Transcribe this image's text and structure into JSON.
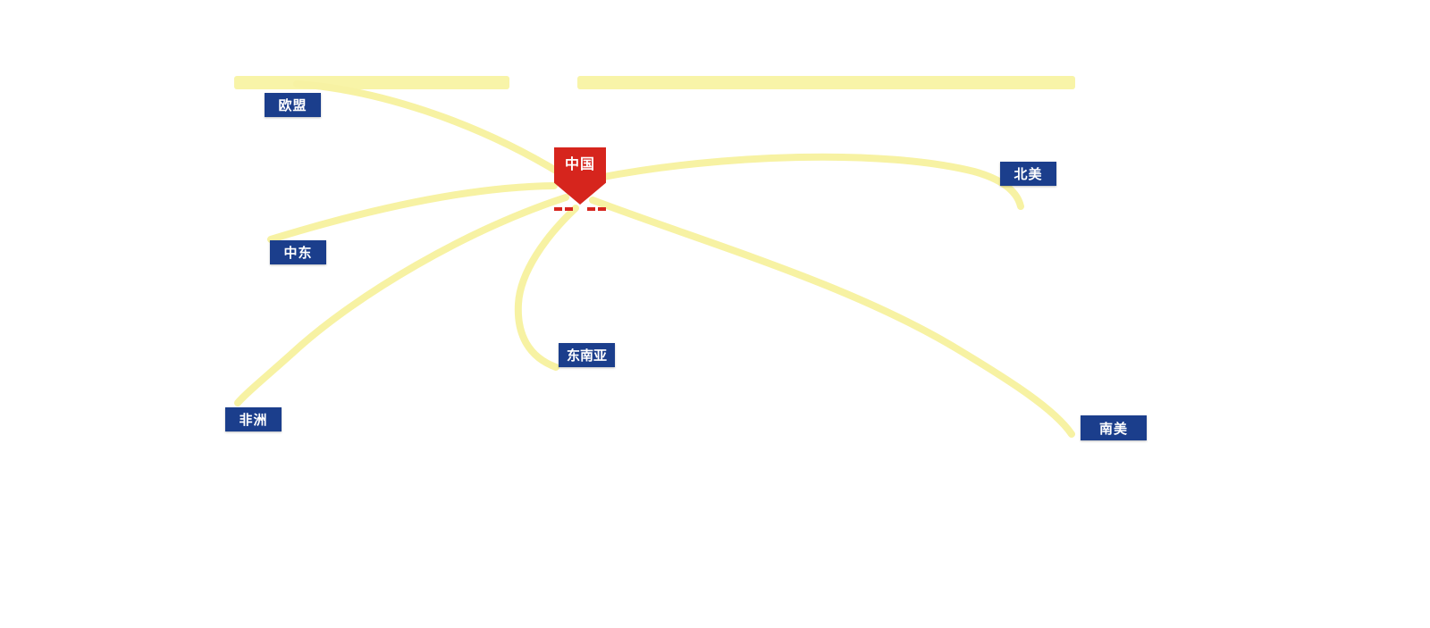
{
  "diagram": {
    "type": "radial-connection-map",
    "center": {
      "label": "中国",
      "marker_shape": "shield-pin",
      "marker_color": "#d6251d"
    },
    "regions": [
      {
        "id": "eu",
        "label": "欧盟"
      },
      {
        "id": "north-america",
        "label": "北美"
      },
      {
        "id": "middle-east",
        "label": "中东"
      },
      {
        "id": "southeast-asia",
        "label": "东南亚"
      },
      {
        "id": "africa",
        "label": "非洲"
      },
      {
        "id": "south-america",
        "label": "南美"
      }
    ],
    "edges": [
      {
        "from": "中国",
        "to": "欧盟"
      },
      {
        "from": "中国",
        "to": "北美"
      },
      {
        "from": "中国",
        "to": "中东"
      },
      {
        "from": "中国",
        "to": "东南亚"
      },
      {
        "from": "中国",
        "to": "非洲"
      },
      {
        "from": "中国",
        "to": "南美"
      }
    ],
    "colors": {
      "route": "#f7f2a3",
      "top_bar": "#f8f4a8",
      "region_label_bg": "#1b3e8c",
      "center_marker_bg": "#d6251d",
      "label_text": "#ffffff",
      "background": "#ffffff"
    }
  }
}
